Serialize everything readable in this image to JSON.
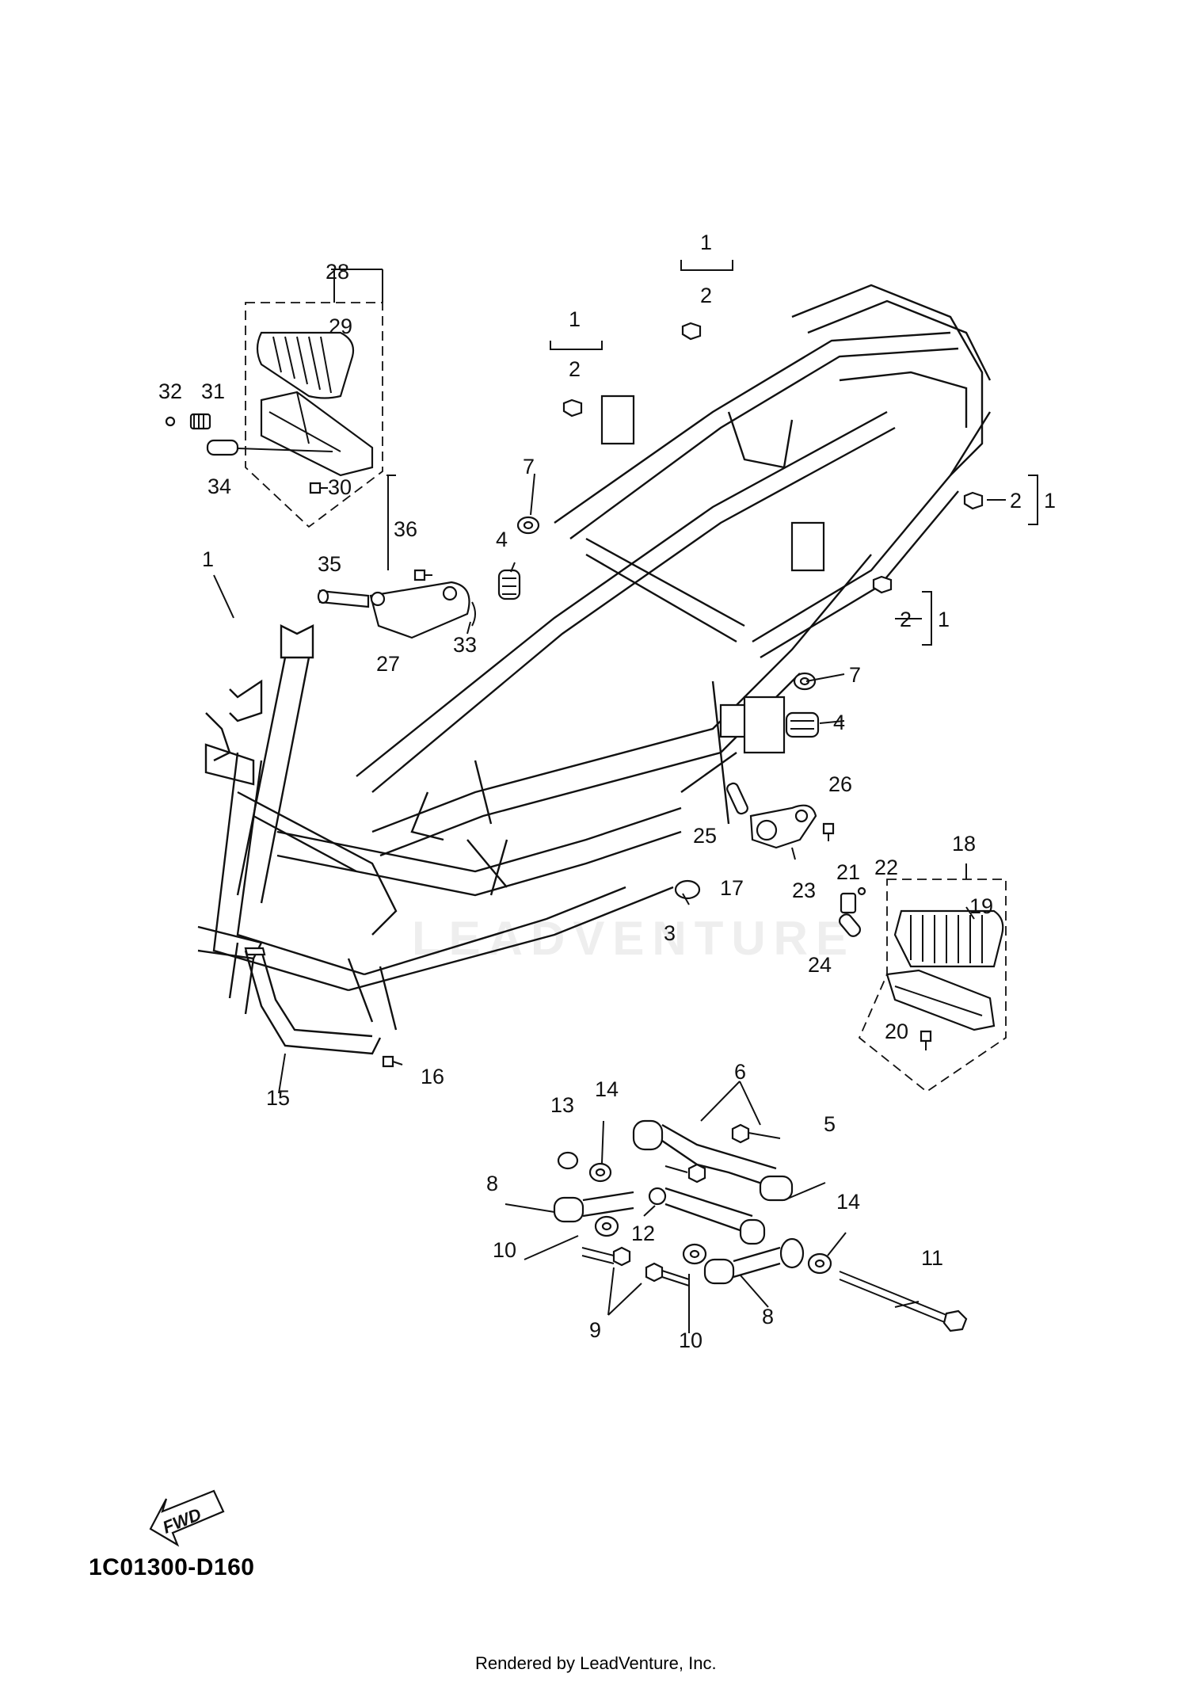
{
  "diagram_code": "1C01300-D160",
  "render_credit": "Rendered by LeadVenture, Inc.",
  "watermark": "LEADVENTURE",
  "fwd_label": "FWD",
  "callouts": [
    {
      "id": "c1a",
      "text": "1"
    },
    {
      "id": "c2a",
      "text": "2"
    },
    {
      "id": "c1b",
      "text": "1"
    },
    {
      "id": "c2b",
      "text": "2"
    },
    {
      "id": "c2c",
      "text": "2"
    },
    {
      "id": "c1c",
      "text": "1"
    },
    {
      "id": "c2d",
      "text": "2"
    },
    {
      "id": "c1d",
      "text": "1"
    },
    {
      "id": "c1e",
      "text": "1"
    },
    {
      "id": "c3",
      "text": "3"
    },
    {
      "id": "c4a",
      "text": "4"
    },
    {
      "id": "c4b",
      "text": "4"
    },
    {
      "id": "c5",
      "text": "5"
    },
    {
      "id": "c6",
      "text": "6"
    },
    {
      "id": "c7a",
      "text": "7"
    },
    {
      "id": "c7b",
      "text": "7"
    },
    {
      "id": "c8a",
      "text": "8"
    },
    {
      "id": "c8b",
      "text": "8"
    },
    {
      "id": "c9",
      "text": "9"
    },
    {
      "id": "c10a",
      "text": "10"
    },
    {
      "id": "c10b",
      "text": "10"
    },
    {
      "id": "c11",
      "text": "11"
    },
    {
      "id": "c12",
      "text": "12"
    },
    {
      "id": "c13",
      "text": "13"
    },
    {
      "id": "c14a",
      "text": "14"
    },
    {
      "id": "c14b",
      "text": "14"
    },
    {
      "id": "c15",
      "text": "15"
    },
    {
      "id": "c16",
      "text": "16"
    },
    {
      "id": "c17",
      "text": "17"
    },
    {
      "id": "c18",
      "text": "18"
    },
    {
      "id": "c19",
      "text": "19"
    },
    {
      "id": "c20",
      "text": "20"
    },
    {
      "id": "c21",
      "text": "21"
    },
    {
      "id": "c22",
      "text": "22"
    },
    {
      "id": "c23",
      "text": "23"
    },
    {
      "id": "c24",
      "text": "24"
    },
    {
      "id": "c25",
      "text": "25"
    },
    {
      "id": "c26",
      "text": "26"
    },
    {
      "id": "c27",
      "text": "27"
    },
    {
      "id": "c28",
      "text": "28"
    },
    {
      "id": "c29",
      "text": "29"
    },
    {
      "id": "c30",
      "text": "30"
    },
    {
      "id": "c31",
      "text": "31"
    },
    {
      "id": "c32",
      "text": "32"
    },
    {
      "id": "c33",
      "text": "33"
    },
    {
      "id": "c34",
      "text": "34"
    },
    {
      "id": "c35",
      "text": "35"
    },
    {
      "id": "c36",
      "text": "36"
    }
  ]
}
